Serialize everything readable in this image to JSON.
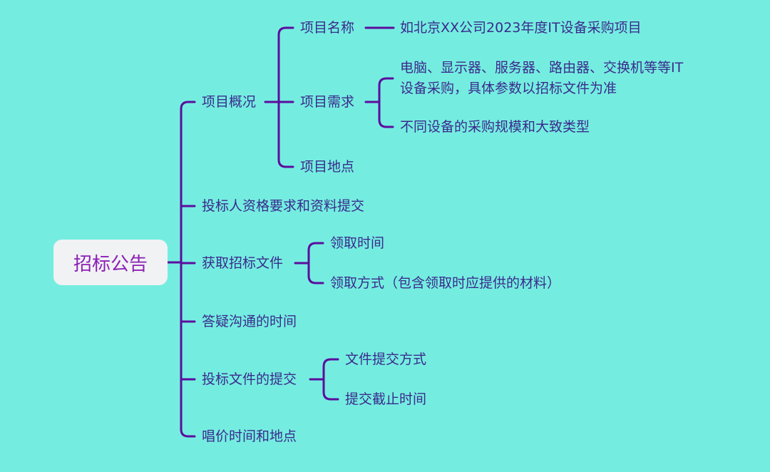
{
  "colors": {
    "background": "#74EDE0",
    "line": "#5B0D9E",
    "root_fill": "#F1F2F4",
    "root_text": "#8B1FB4",
    "node_text": "#3B2A8C"
  },
  "mindmap": {
    "root": "招标公告",
    "branches": [
      {
        "label": "项目概况",
        "children": [
          {
            "label": "项目名称",
            "children": [
              "如北京XX公司2023年度IT设备采购项目"
            ]
          },
          {
            "label": "项目需求",
            "children": [
              "电脑、显示器、服务器、路由器、交换机等等IT",
              "设备采购，具体参数以招标文件为准",
              "不同设备的采购规模和大致类型"
            ]
          },
          {
            "label": "项目地点",
            "children": []
          }
        ]
      },
      {
        "label": "投标人资格要求和资料提交",
        "children": []
      },
      {
        "label": "获取招标文件",
        "children": [
          "领取时间",
          "领取方式（包含领取时应提供的材料）"
        ]
      },
      {
        "label": "答疑沟通的时间",
        "children": []
      },
      {
        "label": "投标文件的提交",
        "children": [
          "文件提交方式",
          "提交截止时间"
        ]
      },
      {
        "label": "唱价时间和地点",
        "children": []
      }
    ]
  }
}
